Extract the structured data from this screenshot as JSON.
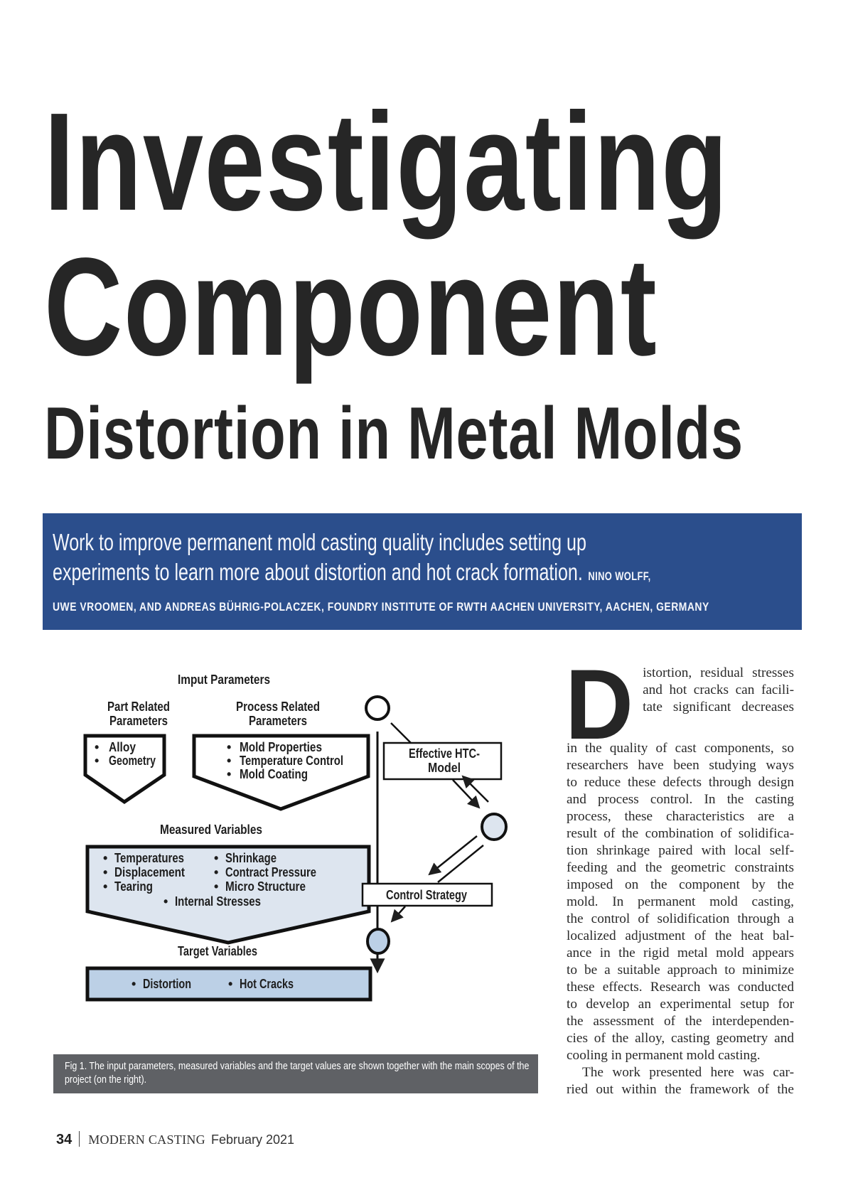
{
  "article": {
    "title_line1": "Investigating",
    "title_line2": "Component",
    "title_line3": "Distortion in Metal Molds",
    "deck": {
      "line1": "Work to improve permanent mold casting quality includes setting up",
      "line2": "experiments to learn more about distortion and hot crack formation.",
      "authors_part1": "NINO WOLFF,",
      "authors_part2": "UWE VROOMEN, AND ANDREAS BÜHRIG-POLACZEK, FOUNDRY INSTITUTE OF RWTH AACHEN UNIVERSITY, AACHEN, GERMANY",
      "background_color": "#2b4e8c"
    },
    "figure": {
      "input_heading": "Imput Parameters",
      "part_related": {
        "heading_line1": "Part Related",
        "heading_line2": "Parameters",
        "items": [
          "Alloy",
          "Geometry"
        ]
      },
      "process_related": {
        "heading_line1": "Process Related",
        "heading_line2": "Parameters",
        "items": [
          "Mold Properties",
          "Temperature Control",
          "Mold Coating"
        ]
      },
      "measured_heading": "Measured Variables",
      "measured_left": [
        "Temperatures",
        "Displacement",
        "Tearing"
      ],
      "measured_right": [
        "Shrinkage",
        "Contract Pressure",
        "Micro Structure"
      ],
      "measured_center": "Internal Stresses",
      "target_heading": "Target Variables",
      "target_items": [
        "Distortion",
        "Hot Cracks"
      ],
      "htc_box_line1": "Effective HTC-",
      "htc_box_line2": "Model",
      "control_box": "Control Strategy",
      "bullet": "•",
      "measured_fill": "#dde5ef",
      "target_fill": "#bcd0e6"
    },
    "caption": "Fig 1. The input parameters, measured variables and the target values are shown together with the main scopes of the project (on the right).",
    "body": {
      "dropcap": "D",
      "lines_wrap": [
        "istortion, residual stresses",
        "and hot cracks can facili-",
        "tate significant decreases"
      ],
      "lines": [
        "in the quality of cast components, so",
        "researchers have been studying ways",
        "to reduce these defects through design",
        "and process control. In the casting",
        "process, these characteristics are a",
        "result of the combination of solidifica-",
        "tion shrinkage paired with local self-",
        "feeding and the geometric constraints",
        "imposed on the component by the",
        "mold. In permanent mold casting,",
        "the control of solidification through a",
        "localized adjustment of the heat bal-",
        "ance in the rigid metal mold appears",
        "to be a suitable approach to minimize",
        "these effects. Research was conducted",
        "to develop an experimental setup for",
        "the assessment of the interdependen-",
        "cies of the alloy, casting geometry and",
        "cooling in permanent mold casting."
      ],
      "para2_lines": [
        "The work presented here was car-",
        "ried out within the framework of the"
      ]
    },
    "footer": {
      "page_number": "34",
      "magazine": "MODERN CASTING",
      "issue": "February 2021"
    }
  }
}
